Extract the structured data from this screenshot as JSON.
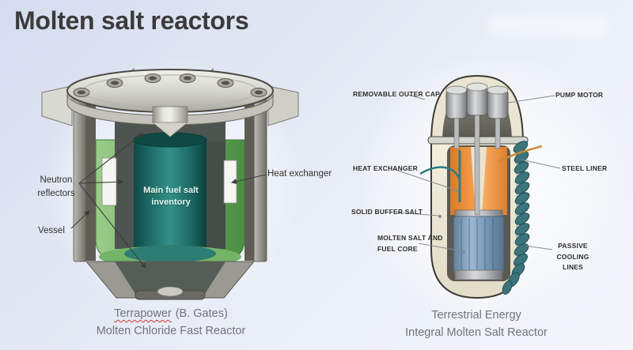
{
  "title": "Molten salt reactors",
  "left_reactor": {
    "labels": {
      "neutron_reflectors": "Neutron\nreflectors",
      "vessel": "Vessel",
      "heat_exchanger": "Heat exchanger",
      "core": "Main fuel salt\ninventory"
    },
    "caption": {
      "company": "Terrapower",
      "founder": "(B. Gates)",
      "reactor": "Molten Chloride Fast Reactor"
    }
  },
  "right_reactor": {
    "labels": {
      "removable_outer_cap": "REMOVABLE OUTER CAP",
      "pump_motor": "PUMP MOTOR",
      "heat_exchanger": "HEAT EXCHANGER",
      "steel_liner": "STEEL LINER",
      "solid_buffer_salt": "SOLID BUFFER SALT",
      "molten_salt_fuel_core": "MOLTEN SALT AND\nFUEL CORE",
      "passive_cooling_lines": "PASSIVE\nCOOLING LINES"
    },
    "caption": {
      "company": "Terrestrial Energy",
      "reactor": "Integral Molten Salt Reactor"
    }
  },
  "colors": {
    "fuel_salt_teal": "#1f6f69",
    "lining_green": "#7cbb6e",
    "reflector_gray": "#4e544f",
    "heat_exchanger_orange": "#ef9340",
    "fuel_core_blue": "#7e9fc0",
    "vessel_cream": "#ebe7d4",
    "cooling_line_teal": "#3a747a",
    "spellcheck_red": "#cc372b",
    "caption_gray": "#6e7681",
    "label_dark": "#2e2e2c",
    "title_dark": "#3b3b3c"
  }
}
